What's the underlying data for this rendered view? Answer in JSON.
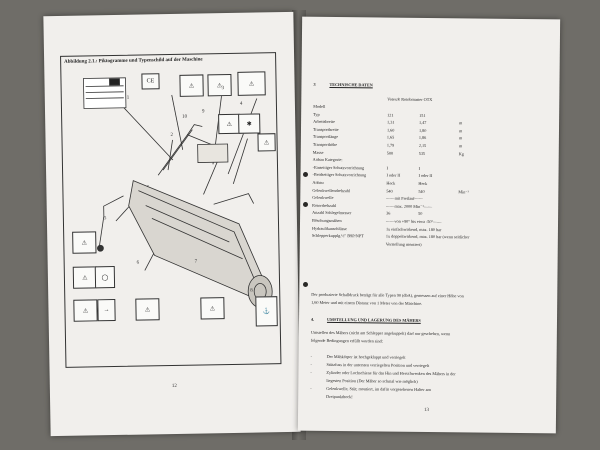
{
  "left_page": {
    "figure_caption": "Abbildung 2.1.: Piktogramme und Typenschild auf der Maschine",
    "labels": [
      "1",
      "2",
      "3",
      "4",
      "5",
      "6",
      "7",
      "8",
      "9",
      "10"
    ],
    "page_number": "12"
  },
  "right_page": {
    "section3": {
      "number": "3",
      "title": "TECHNISCHE DATEN"
    },
    "spec_header": "Votex® Rotobmaster OTX",
    "specs": [
      {
        "label": "Modell",
        "v1": "",
        "v2": "",
        "unit": ""
      },
      {
        "label": "Typ",
        "v1": "121",
        "v2": "151",
        "unit": ""
      },
      {
        "label": "Arbeitsbreite",
        "v1": "1,31",
        "v2": "1,47",
        "unit": "m"
      },
      {
        "label": "Transportbreite",
        "v1": "1,60",
        "v2": "1,80",
        "unit": "m"
      },
      {
        "label": "Transportlänge",
        "v1": "1,65",
        "v2": "1,86",
        "unit": "m"
      },
      {
        "label": "Transporthöhe",
        "v1": "1,79",
        "v2": "2,15",
        "unit": "m"
      },
      {
        "label": "Masse",
        "v1": "500",
        "v2": "535",
        "unit": "Kg"
      },
      {
        "label": "Anbau Kategorie:",
        "v1": "",
        "v2": "",
        "unit": ""
      },
      {
        "label": "-Einseitiger Schutzvorrichtung",
        "v1": "I",
        "v2": "I",
        "unit": ""
      },
      {
        "label": "-Beidseitiger Schutzvorrichtung",
        "v1": "I oder II",
        "v2": "I oder II",
        "unit": ""
      },
      {
        "label": "Anbau",
        "v1": "Heck",
        "v2": "Heck",
        "unit": ""
      },
      {
        "label": "Gelenkwellendrehzahl",
        "v1": "540",
        "v2": "540",
        "unit": "Min⁻¹"
      },
      {
        "label": "Gelenkwelle",
        "v1": "——mit Freilauf——",
        "v2": "",
        "unit": ""
      },
      {
        "label": "Rotordrehzahl",
        "v1": "——max. 2000 Min⁻¹——",
        "v2": "",
        "unit": ""
      },
      {
        "label": "Anzahl Schlegelmesser",
        "v1": "36",
        "v2": "50",
        "unit": ""
      },
      {
        "label": "Böschungsmähen",
        "v1": "——von +90° bis etwa -50°——",
        "v2": "",
        "unit": ""
      },
      {
        "label": "Hydraulikanschlüsse",
        "v1": "1x einfachwirkend, max. 180 bar",
        "v2": "",
        "unit": ""
      },
      {
        "label": "Schlepperkupplg.½\" BSP/NPT",
        "v1": "1x doppeltwirkend, max. 180 bar (wenn seitlicher",
        "v2": "",
        "unit": ""
      },
      {
        "label": "",
        "v1": "Verstellung montiert)",
        "v2": "",
        "unit": ""
      }
    ],
    "noise_text": [
      "Der produzierte Schalldruck beträgt für alle Typen 90 (dbA), gemessen auf einer Höhe von",
      "1,60 Meter und mit einem Distanz von 1 Meter von der Maschine."
    ],
    "section4": {
      "number": "4.",
      "title": "UMSTELLUNG UND LAGERUNG DES MÄHERS"
    },
    "section4_text": [
      "Umstellen des Mähers (nicht am Schlepper angekuppelt) darf nur geschehen, wenn",
      "folgende Bedingungen erfüllt worden sind:"
    ],
    "conditions": [
      "Der Mähkörper ist hochgeklappt und verriegelt",
      "Stützfuss in der untersten verriegelten Position und verriegelt",
      "Zylinder oder Lochschiene für das Hin und Herschwenken des Mähers in der",
      "liegesten Position (Der Mäher so schmal wie möglich)",
      "Gelenkwelle, Stüt; montiert, im dafür vorgesehenen Halter am",
      "Dreipunktbock!"
    ],
    "page_number": "13"
  }
}
